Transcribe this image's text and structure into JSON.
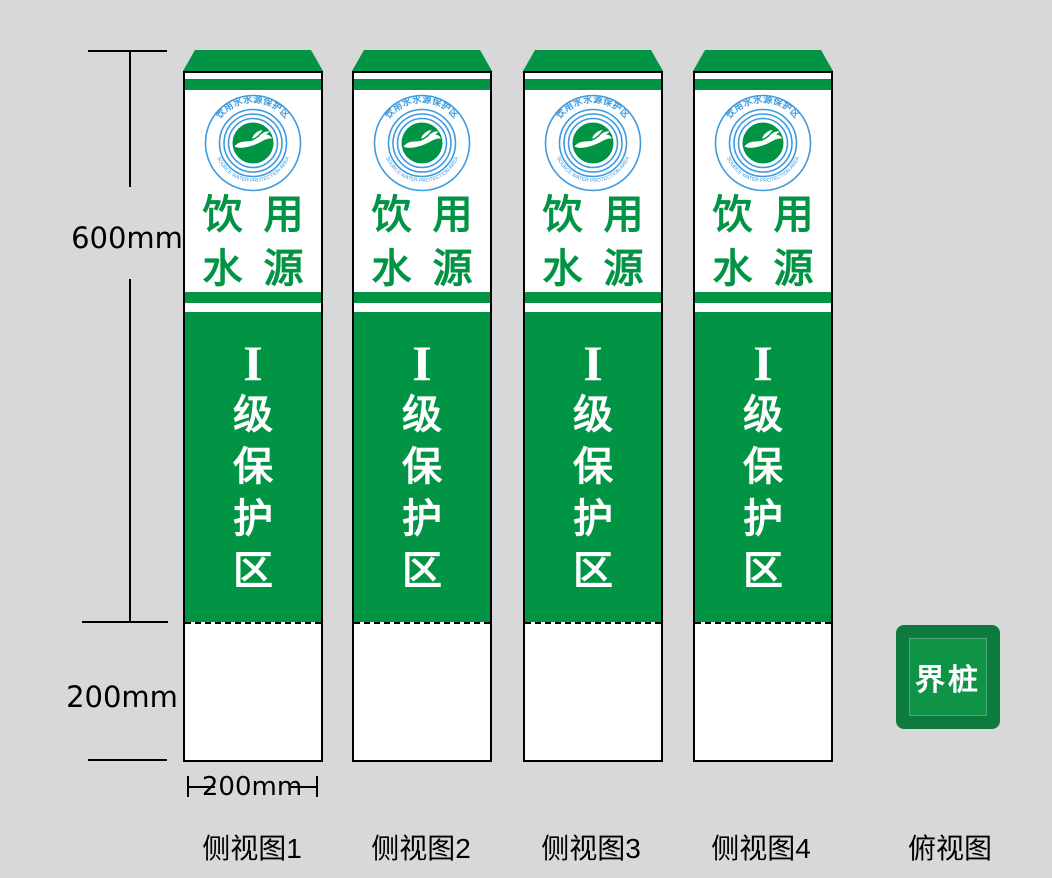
{
  "background_color": "#d8d8d8",
  "colors": {
    "sign_green": "#009444",
    "top_view_border_green": "#0d7a3e",
    "top_view_inner_green": "#0f9347",
    "logo_blue": "#3c9be1",
    "outline_black": "#000000",
    "text_white": "#ffffff"
  },
  "dimension_annotations": {
    "exposed_height": "600mm",
    "buried_depth": "200mm",
    "width": "200mm"
  },
  "pillar": {
    "logo": {
      "arc_top_text": "饮用水水源保护区",
      "arc_bottom_text": "SOURCE WATER PROTECTION AREA"
    },
    "header_line1": "饮 用",
    "header_line2": "水 源",
    "zone_chars": [
      "I",
      "级",
      "保",
      "护",
      "区"
    ]
  },
  "top_view": {
    "label": "界桩"
  },
  "captions": {
    "side1": "侧视图1",
    "side2": "侧视图2",
    "side3": "侧视图3",
    "side4": "侧视图4",
    "top": "俯视图"
  }
}
